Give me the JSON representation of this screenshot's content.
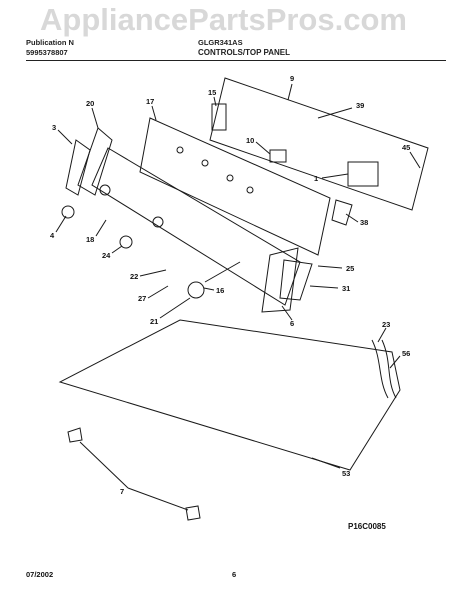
{
  "watermark": "AppliancePartsPros.com",
  "header": {
    "left_line1": "Publication N",
    "left_line2": "5995378807",
    "model": "GLGR341AS",
    "title": "CONTROLS/TOP PANEL"
  },
  "callouts": [
    "9",
    "39",
    "45",
    "15",
    "17",
    "20",
    "3",
    "10",
    "1",
    "38",
    "4",
    "18",
    "24",
    "25",
    "22",
    "27",
    "31",
    "16",
    "21",
    "6",
    "23",
    "56",
    "53",
    "7"
  ],
  "figure_id": "P16C0085",
  "footer": {
    "date": "07/2002",
    "page": "6"
  },
  "colors": {
    "line": "#1a1a1a",
    "watermark": "#d8d8d8"
  }
}
